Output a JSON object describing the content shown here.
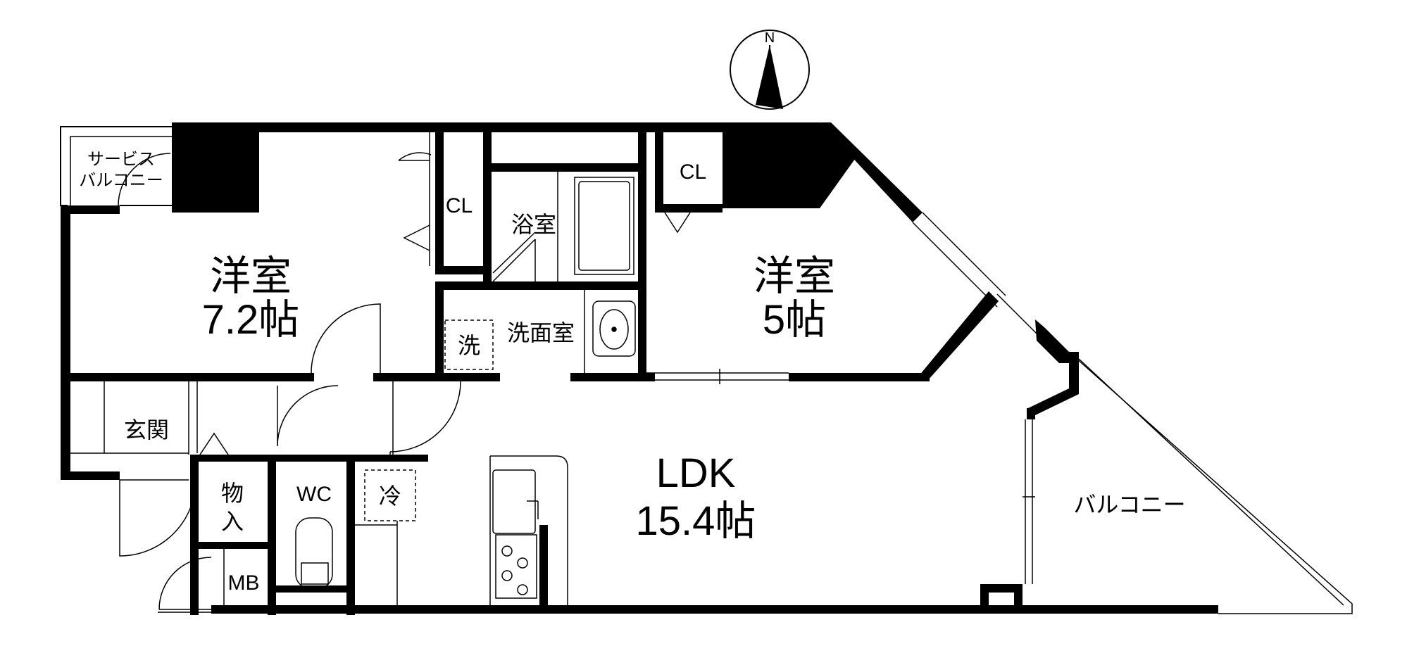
{
  "compass": {
    "north_label": "N"
  },
  "rooms": {
    "western_room_1": {
      "name": "洋室",
      "size": "7.2帖"
    },
    "western_room_2": {
      "name": "洋室",
      "size": "5帖"
    },
    "ldk": {
      "name": "LDK",
      "size": "15.4帖"
    }
  },
  "labels": {
    "service_balcony_line1": "サービス",
    "service_balcony_line2": "バルコニー",
    "closet_1": "CL",
    "closet_2": "CL",
    "bathroom": "浴室",
    "washroom": "洗面室",
    "washer": "洗",
    "entrance": "玄関",
    "storage_line1": "物",
    "storage_line2": "入",
    "wc": "WC",
    "refrigerator": "冷",
    "meter_box": "MB",
    "balcony": "バルコニー"
  },
  "colors": {
    "wall": "#000000",
    "background": "#ffffff",
    "fixture": "#555555"
  }
}
